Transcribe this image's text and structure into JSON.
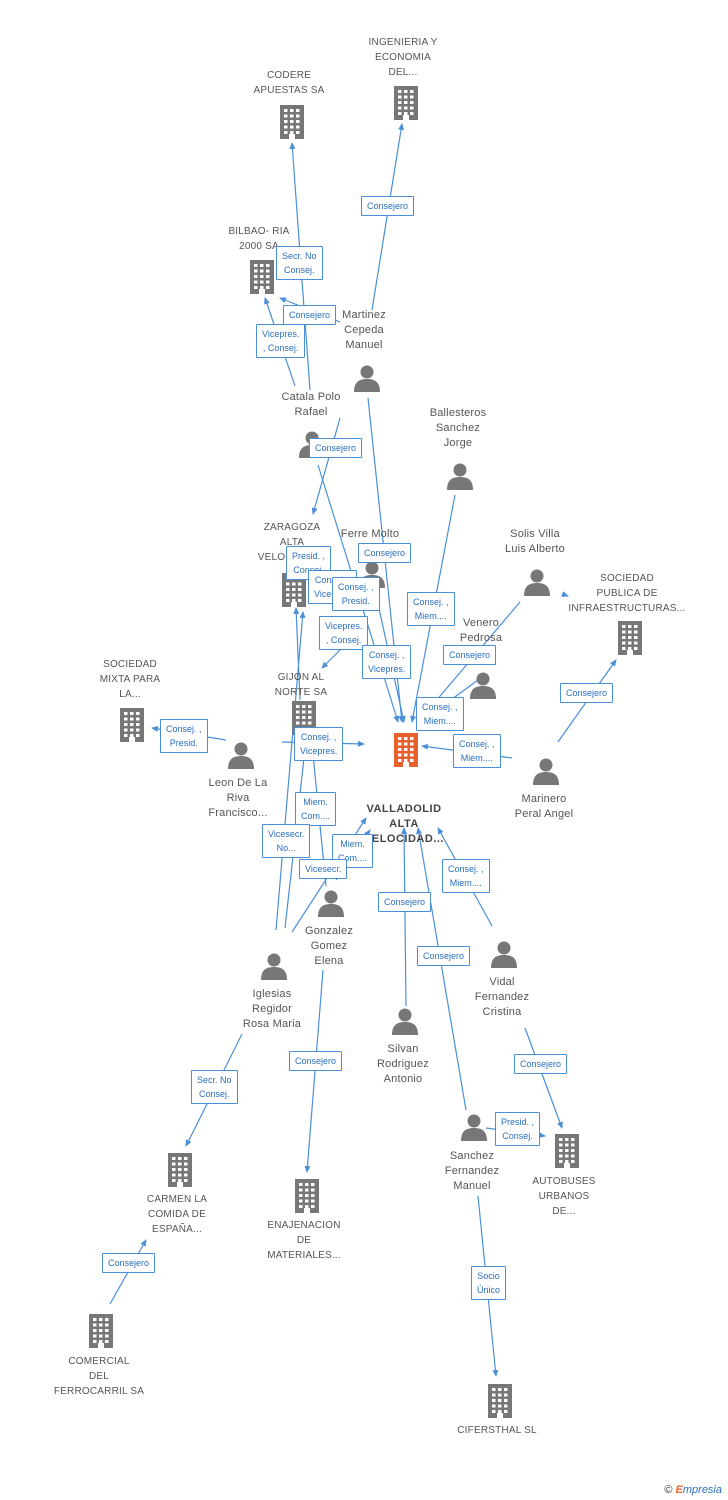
{
  "colors": {
    "edge": "#4a90d9",
    "main_node": "#e8602c",
    "node": "#777777"
  },
  "icons": {
    "company": "building-icon",
    "person": "person-icon"
  },
  "nodes": {
    "valladolid": {
      "lines": [
        "VALLADOLID",
        "ALTA",
        "VELOCIDAD..."
      ]
    },
    "codere": {
      "lines": [
        "CODERE",
        "APUESTAS SA"
      ]
    },
    "ingenieria": {
      "lines": [
        "INGENIERIA Y",
        "ECONOMIA",
        "DEL..."
      ]
    },
    "bilbao": {
      "lines": [
        "BILBAO- RIA",
        "2000 SA"
      ]
    },
    "zaragoza": {
      "lines": [
        "ZARAGOZA",
        "ALTA",
        "VELOCIDAD..."
      ]
    },
    "gijon": {
      "lines": [
        "GIJON AL",
        "NORTE SA"
      ]
    },
    "sociedad_mixta": {
      "lines": [
        "SOCIEDAD",
        "MIXTA PARA",
        "LA..."
      ]
    },
    "sociedad_publica": {
      "lines": [
        "SOCIEDAD",
        "PUBLICA DE",
        "INFRAESTRUCTURAS..."
      ]
    },
    "carmen": {
      "lines": [
        "CARMEN LA",
        "COMIDA DE",
        "ESPAÑA..."
      ]
    },
    "enajenacion": {
      "lines": [
        "ENAJENACION",
        "DE",
        "MATERIALES..."
      ]
    },
    "autobuses": {
      "lines": [
        "AUTOBUSES",
        "URBANOS",
        "DE..."
      ]
    },
    "comercial": {
      "lines": [
        "COMERCIAL",
        "DEL",
        "FERROCARRIL SA"
      ]
    },
    "cifersthal": {
      "lines": [
        "CIFERSTHAL SL"
      ]
    },
    "martinez": {
      "lines": [
        "Martinez",
        "Cepeda",
        "Manuel"
      ]
    },
    "catala": {
      "lines": [
        "Catala Polo",
        "Rafael"
      ]
    },
    "ballesteros": {
      "lines": [
        "Ballesteros",
        "Sanchez",
        "Jorge"
      ]
    },
    "solis": {
      "lines": [
        "Solis Villa",
        "Luis Alberto"
      ]
    },
    "ferre": {
      "lines": [
        "Ferre Molto",
        "C..."
      ]
    },
    "venero": {
      "lines": [
        "Venero",
        "Pedrosa"
      ]
    },
    "leon": {
      "lines": [
        "Leon De La",
        "Riva",
        "Francisco..."
      ]
    },
    "marinero": {
      "lines": [
        "Marinero",
        "Peral Angel"
      ]
    },
    "gonzalez": {
      "lines": [
        "Gonzalez",
        "Gomez",
        "Elena"
      ]
    },
    "iglesias": {
      "lines": [
        "Iglesias",
        "Regidor",
        "Rosa Maria"
      ]
    },
    "vidal": {
      "lines": [
        "Vidal",
        "Fernandez",
        "Cristina"
      ]
    },
    "silvan": {
      "lines": [
        "Silvan",
        "Rodriguez",
        "Antonio"
      ]
    },
    "sanchez": {
      "lines": [
        "Sanchez",
        "Fernandez",
        "Manuel"
      ]
    }
  },
  "badges": {
    "b_ingenieria": [
      "Consejero"
    ],
    "b_secr_bilbao": [
      "Secr. No",
      "Consej."
    ],
    "b_consejero_bilbao": [
      "Consejero"
    ],
    "b_vicepres_bilbao": [
      "Vicepres.",
      ", Consej."
    ],
    "b_consejero_catala": [
      "Consejero"
    ],
    "b_presid_zaragoza": [
      "Presid. ,",
      "Consej."
    ],
    "b_consejero_ferre": [
      "Consejero"
    ],
    "b_consej_vice_zar": [
      "Consej. ,",
      "Vicepres."
    ],
    "b_consej_presid": [
      "Consej. ,",
      "Presid."
    ],
    "b_consej_miem_ball": [
      "Consej. ,",
      "Miem...."
    ],
    "b_vicepres_consej": [
      "Vicepres.",
      ", Consej."
    ],
    "b_consejero_venero": [
      "Consejero"
    ],
    "b_consej_vicepres_ferre": [
      "Consej. ,",
      "Vicepres."
    ],
    "b_consej_miem_solis": [
      "Consej. ,",
      "Miem...."
    ],
    "b_consej_miem_marinero": [
      "Consej. ,",
      "Miem...."
    ],
    "b_consejero_publica": [
      "Consejero"
    ],
    "b_consej_presid_mixta": [
      "Consej. ,",
      "Presid."
    ],
    "b_consej_vicepres_leon": [
      "Consej. ,",
      "Vicepres."
    ],
    "b_miem_com1": [
      "Miem.",
      "Com...."
    ],
    "b_vicesecr": [
      "Vicesecr.",
      "No..."
    ],
    "b_miem_com2": [
      "Miem.",
      "Com...."
    ],
    "b_vicesecr2": [
      "Vicesecr."
    ],
    "b_consej_miem_vidal": [
      "Consej. ,",
      "Miem...."
    ],
    "b_consejero_silvan": [
      "Consejero"
    ],
    "b_consejero_sanchez": [
      "Consejero"
    ],
    "b_secr_carmen": [
      "Secr. No",
      "Consej."
    ],
    "b_consejero_enaj": [
      "Consejero"
    ],
    "b_consejero_autob": [
      "Consejero"
    ],
    "b_presid_autob": [
      "Presid. ,",
      "Consej."
    ],
    "b_consejero_comercial": [
      "Consejero"
    ],
    "b_socio_unico": [
      "Socio",
      "Único"
    ]
  },
  "footer": {
    "copyright": "©",
    "brand_initial": "E",
    "brand_rest": "mpresia"
  }
}
